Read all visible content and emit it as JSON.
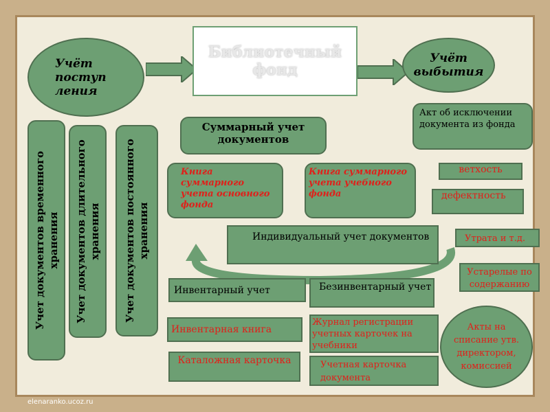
{
  "intake": "Учёт поступ ления",
  "fund": "Библиотечный фонд",
  "withdrawal": "Учёт выбытия",
  "vertical": [
    "Учет документов временного хранения",
    "Учет документов длительного хранения",
    "Учет документов постоянного хранения"
  ],
  "summary": "Суммарный учет документов",
  "book_main": "Книга суммарного учета основного фонда",
  "book_edu": "Книга суммарного учета учебного фонда",
  "act": "Акт об исключении документа из фонда",
  "reasons": [
    "ветхость",
    "дефектность",
    "Утрата  и т.д.",
    "Устарелые по содержанию"
  ],
  "individual": "Индивидуальный учет документов",
  "inventory": "Инвентарный учет",
  "noninventory": "Безинвентарный учет",
  "inventory_book": "Инвентарная книга",
  "catalog_card": "Каталожная карточка",
  "journal": "Журнал регистрации учетных карточек на учебники",
  "record_card": "Учетная карточка документа",
  "acts_writeoff": "Акты на списание утв. директором, комиссией",
  "watermark": "elenaranko.ucoz.ru"
}
